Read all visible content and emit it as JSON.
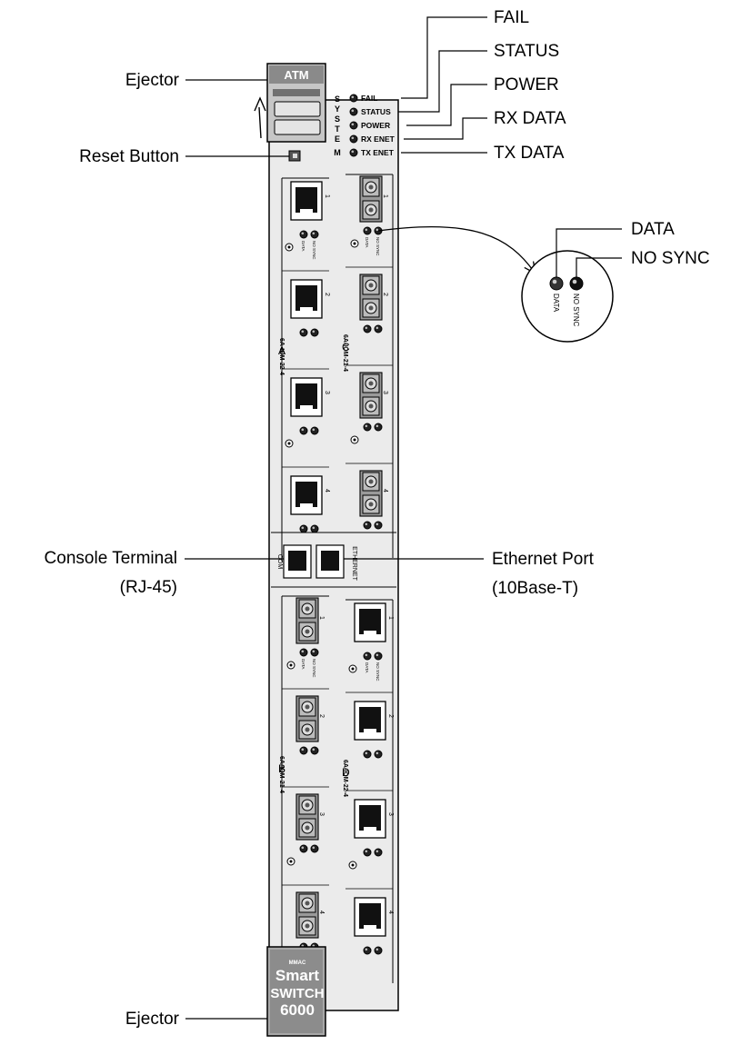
{
  "callouts": {
    "ejector_top": "Ejector",
    "reset_button": "Reset Button",
    "console_terminal": "Console Terminal",
    "console_terminal_sub": "(RJ-45)",
    "ethernet_port": "Ethernet Port",
    "ethernet_port_sub": "(10Base-T)",
    "ejector_bottom": "Ejector",
    "fail": "FAIL",
    "status": "STATUS",
    "power": "POWER",
    "rx_data": "RX DATA",
    "tx_data": "TX DATA",
    "data": "DATA",
    "no_sync": "NO SYNC"
  },
  "ejector_label": "ATM",
  "system_letters": [
    "S",
    "Y",
    "S",
    "T",
    "E",
    "M"
  ],
  "system_leds": [
    "FAIL",
    "STATUS",
    "POWER",
    "RX ENET",
    "TX ENET"
  ],
  "led_labels": {
    "data": "DATA",
    "no_sync": "NO SYNC"
  },
  "modules": {
    "A": {
      "letter": "A",
      "name": "6A-IOM-22-4",
      "ports": [
        "1",
        "2",
        "3",
        "4"
      ]
    },
    "C": {
      "letter": "C",
      "name": "6A-IOM-21-4",
      "ports": [
        "1",
        "2",
        "3",
        "4"
      ]
    },
    "B": {
      "letter": "B",
      "name": "6A-IOM-21-4",
      "ports": [
        "1",
        "2",
        "3",
        "4"
      ]
    },
    "D": {
      "letter": "D",
      "name": "6A-IOM-22-4",
      "ports": [
        "1",
        "2",
        "3",
        "4"
      ]
    }
  },
  "com_label": "COM",
  "ethernet_label": "ETHERNET",
  "brand": {
    "mmac": "MMAC",
    "smart": "Smart",
    "switch": "SWITCH",
    "model": "6000"
  },
  "zoom": {
    "data": "DATA",
    "no_sync": "NO SYNC"
  }
}
